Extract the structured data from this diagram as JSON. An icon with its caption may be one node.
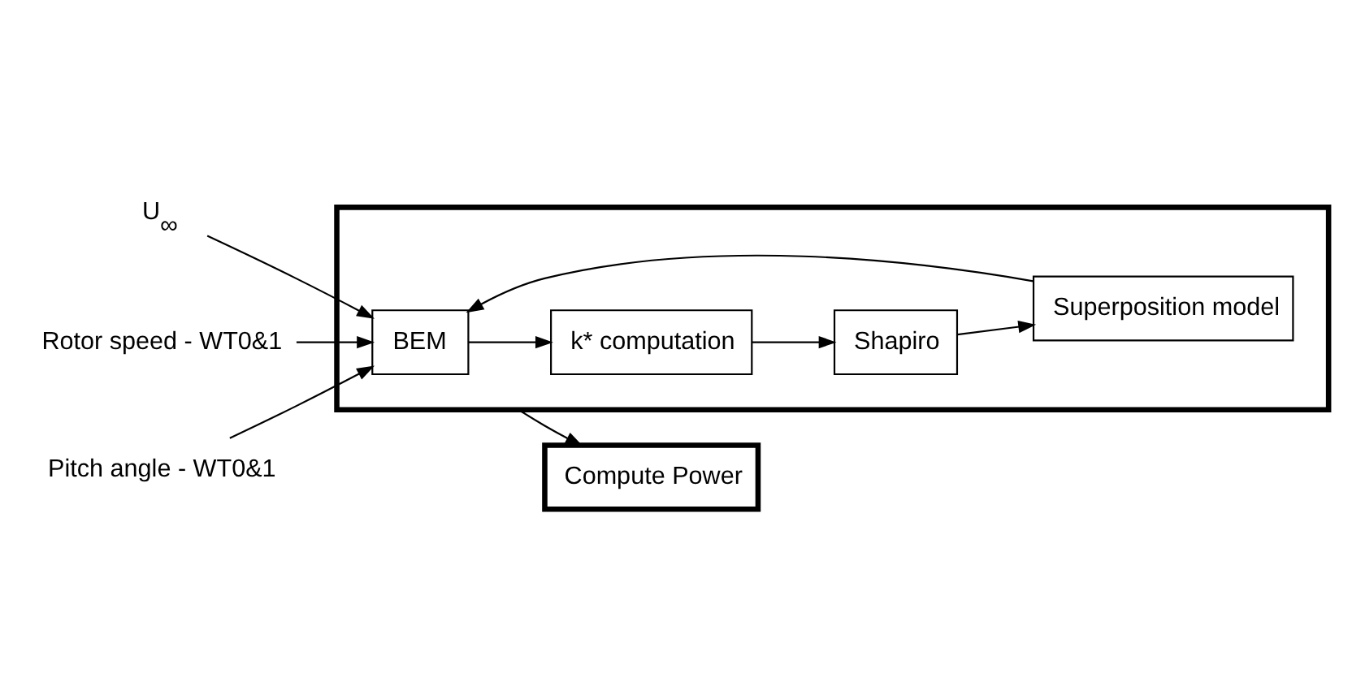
{
  "diagram": {
    "nodes": [
      {
        "text": [
          "U$_{∞}$"
        ]
      },
      {
        "text": [
          "Rotor speed - WT0&1"
        ]
      },
      {
        "text": [
          "Pitch angle - WT0&1"
        ]
      },
      {
        "text": [],
        "shape": "box"
      },
      {
        "text": [
          "BEM"
        ],
        "in": 3
      },
      {
        "text": [
          "k* computation"
        ],
        "in": 3
      },
      {
        "text": [
          "Superposition model"
        ],
        "in": 3
      },
      {
        "text": [
          "Shapiro"
        ],
        "in": 3
      },
      {
        "text": [
          "Compute Power"
        ]
      }
    ],
    "edges": [
      {
        "from": 0,
        "to": 4,
        "arrow": "to"
      },
      {
        "from": 1,
        "to": 4,
        "arrow": "to"
      },
      {
        "from": 2,
        "to": 4,
        "arrow": "to"
      },
      {
        "from": 4,
        "to": 5,
        "arrow": "to"
      },
      {
        "from": 5,
        "to": 7,
        "arrow": "to"
      },
      {
        "from": 7,
        "to": 6,
        "arrow": "to"
      },
      {
        "from": 6,
        "to": 4,
        "arrow": "to"
      },
      {
        "from": 3,
        "to": 8,
        "arrow": "to"
      }
    ]
  }
}
